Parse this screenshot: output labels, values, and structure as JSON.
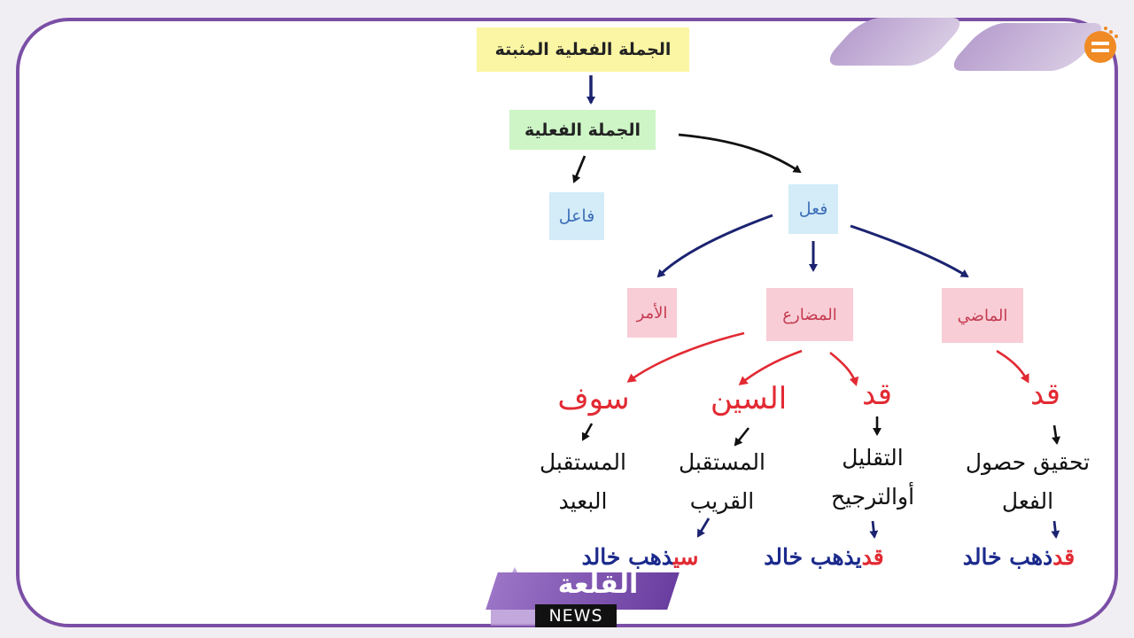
{
  "diagram": {
    "root": "الجملة الفعلية المثبتة",
    "sentence": "الجملة الفعلية",
    "subject": "فاعل",
    "verb": "فعل",
    "tenses": {
      "imperative": "الأمر",
      "present": "المضارع",
      "past": "الماضي"
    },
    "particles": {
      "sawfa": "سوف",
      "seen": "السين",
      "qad_present": "قد",
      "qad_past": "قد"
    },
    "meanings": {
      "sawfa": [
        "المستقبل",
        "البعيد"
      ],
      "seen": [
        "المستقبل",
        "القريب"
      ],
      "qad_present": [
        "التقليل",
        "أوالترجيح"
      ],
      "qad_past": [
        "تحقيق حصول",
        "الفعل"
      ]
    },
    "examples": {
      "seen": {
        "particle": "سي",
        "rest": "ذهب خالد"
      },
      "qad_present": {
        "particle": "قد",
        "rest": "يذهب خالد"
      },
      "qad_past": {
        "particle": "قد",
        "rest": "ذهب خالد"
      }
    }
  },
  "watermark": {
    "title": "القلعة",
    "subtitle": "NEWS"
  },
  "colors": {
    "frame": "#7b4fa6",
    "particle_red": "#e22a33",
    "example_blue": "#1b2a8c"
  }
}
